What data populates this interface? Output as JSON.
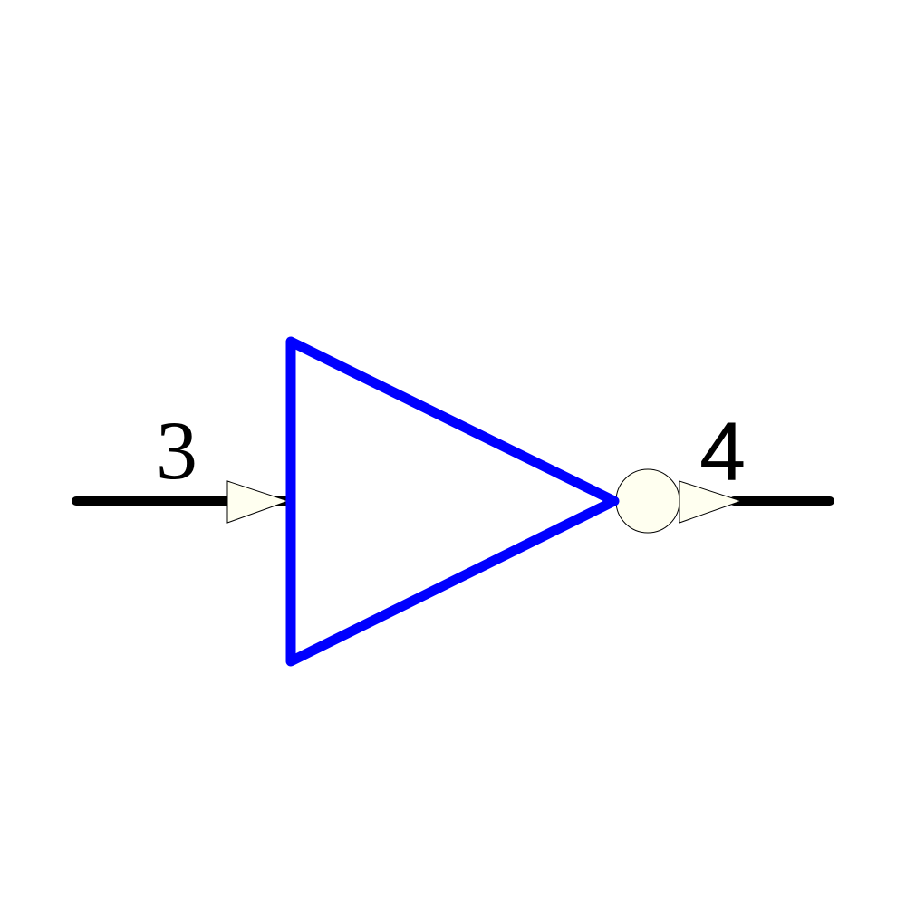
{
  "symbol": {
    "type": "inverter",
    "body_color": "#0000ff",
    "pin_marker_fill": "#fffff0",
    "wire_color": "#000000"
  },
  "pins": [
    {
      "number": "3",
      "direction": "input"
    },
    {
      "number": "4",
      "direction": "output",
      "inverted": true
    }
  ]
}
